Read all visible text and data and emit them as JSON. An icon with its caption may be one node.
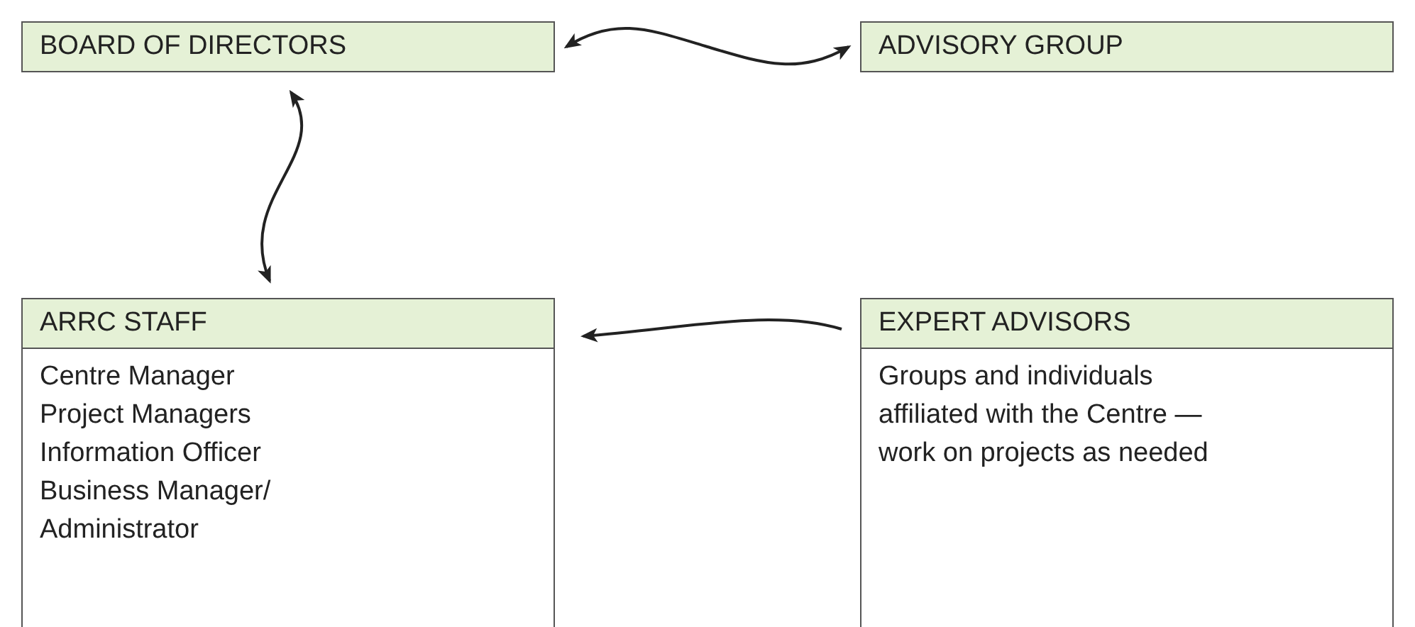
{
  "diagram": {
    "nodes": [
      {
        "text": [
          "BOARD OF DIRECTORS"
        ]
      },
      {
        "text": [
          "ADVISORY GROUP"
        ]
      },
      {
        "text": [
          "ARRC STAFF",
          "Centre Manager",
          "Project Managers",
          "Information Officer",
          "Business Manager/ Administrator"
        ]
      },
      {
        "text": [
          "EXPERT ADVISORS",
          "Groups and individuals affiliated with the Centre — work on projects as needed"
        ]
      }
    ],
    "edges": [
      {
        "from": 0,
        "to": 1,
        "arrow": "both"
      },
      {
        "from": 0,
        "to": 2,
        "arrow": "both"
      },
      {
        "from": 3,
        "to": 2,
        "arrow": "to"
      }
    ]
  }
}
